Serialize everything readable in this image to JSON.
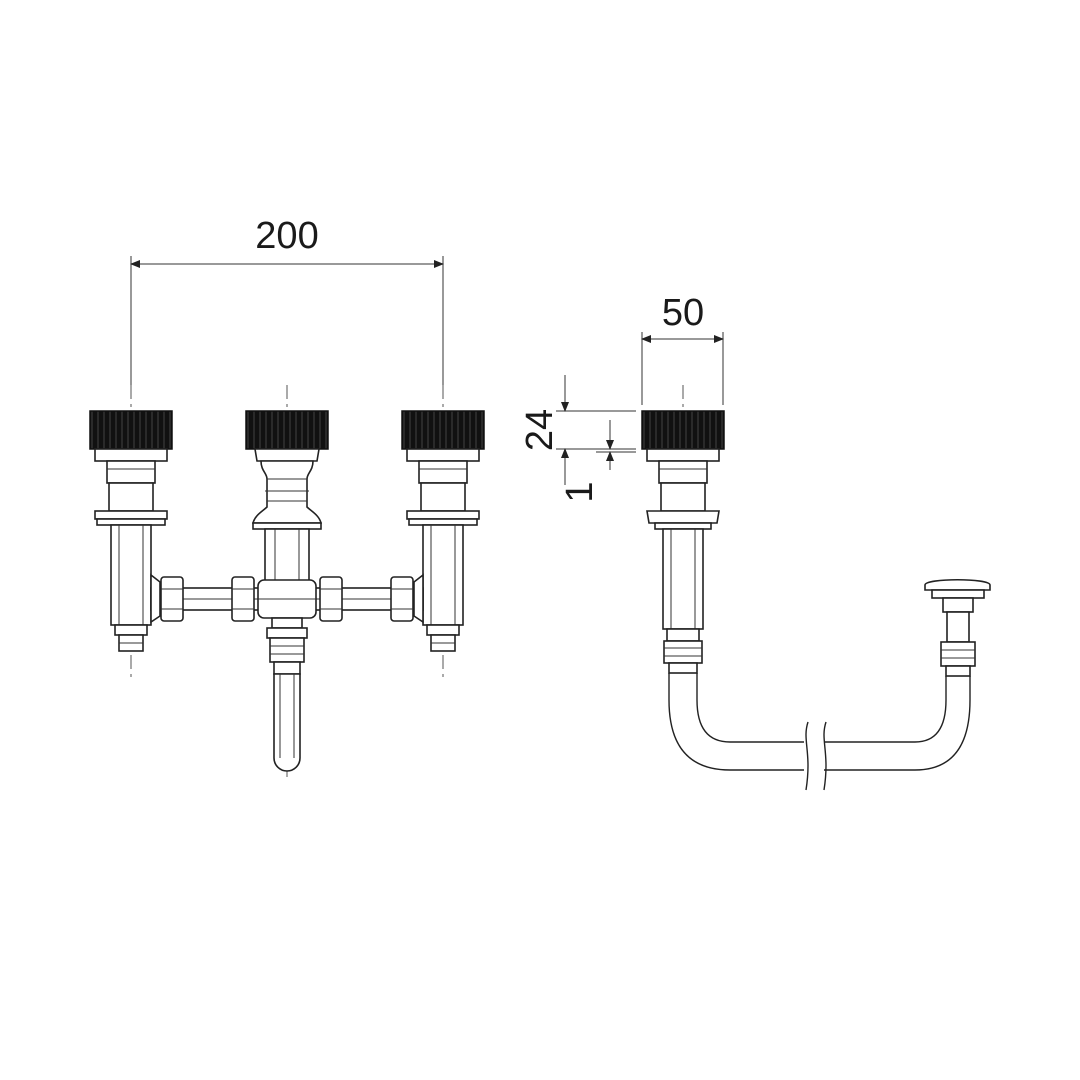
{
  "diagram": {
    "dimensions": {
      "width_between_valves": "200",
      "spout_width": "50",
      "handle_height": "24",
      "flange_thickness": "1"
    },
    "colors": {
      "line": "#222222",
      "handle_fill": "#111111",
      "background": "#ffffff"
    }
  }
}
